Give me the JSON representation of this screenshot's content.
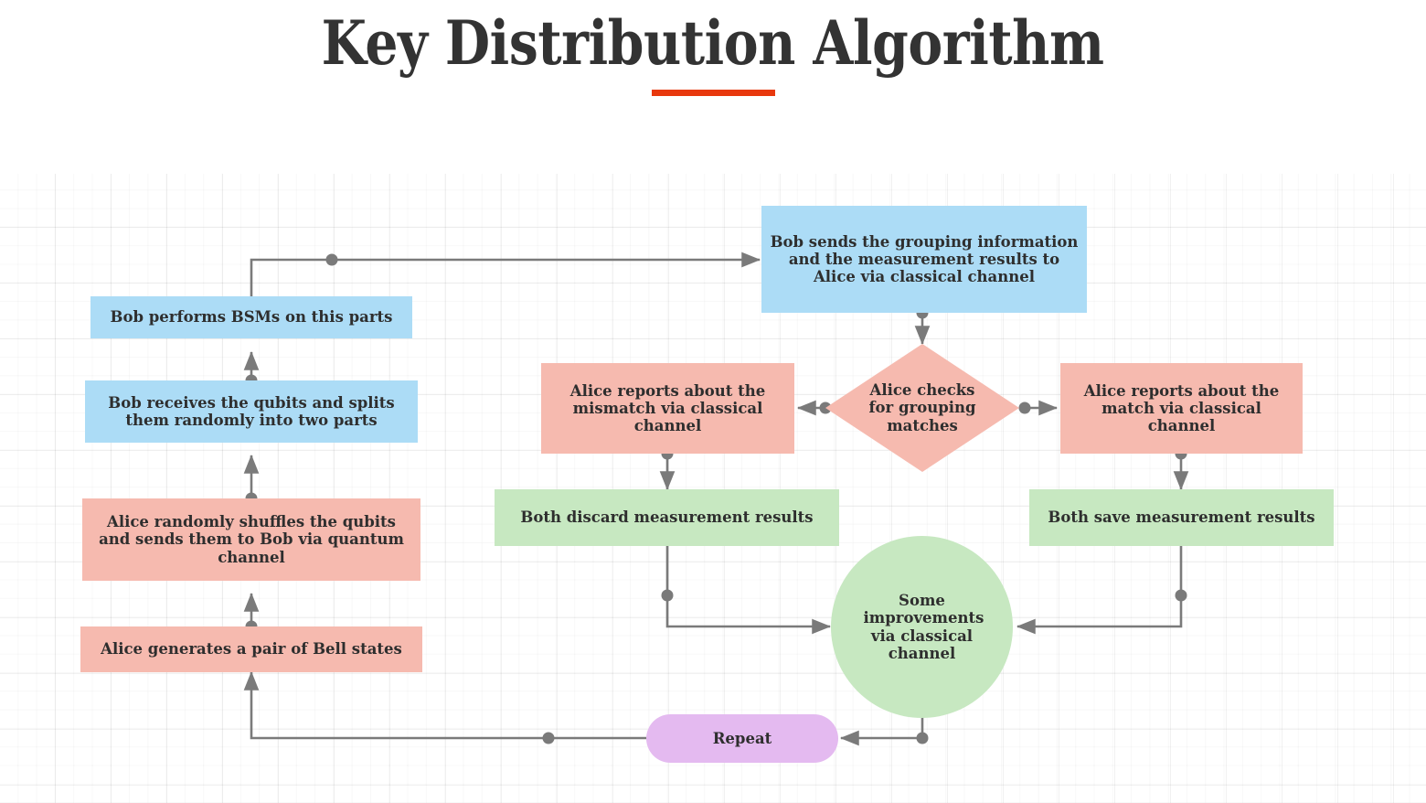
{
  "header": {
    "title": "Key Distribution Algorithm",
    "rule_color": "#E8380D",
    "title_color": "#333333"
  },
  "palette": {
    "blue": "#ACDCF6",
    "pink": "#F6BAAF",
    "green": "#C7E8C1",
    "purple": "#E4BAF0",
    "connector": "#7A7A7A",
    "text": "#2E2E2E",
    "grid": "#EDEDED",
    "background": "#FFFFFF"
  },
  "diagram": {
    "type": "flowchart",
    "nodes": [
      {
        "id": "bell",
        "label": "Alice generates a pair of Bell states",
        "shape": "rect",
        "color": "pink"
      },
      {
        "id": "shuffle",
        "label": "Alice randomly shuffles the qubits and sends them to Bob via quantum channel",
        "shape": "rect",
        "color": "pink"
      },
      {
        "id": "receives",
        "label": "Bob receives the qubits and splits them randomly into two parts",
        "shape": "rect",
        "color": "blue"
      },
      {
        "id": "bsm",
        "label": "Bob performs BSMs on this parts",
        "shape": "rect",
        "color": "blue"
      },
      {
        "id": "sends",
        "label": "Bob sends the grouping information and the measurement results to Alice via classical channel",
        "shape": "rect",
        "color": "blue"
      },
      {
        "id": "check",
        "label": "Alice checks for grouping matches",
        "shape": "diamond",
        "color": "pink"
      },
      {
        "id": "mismatch",
        "label": "Alice reports about the mismatch via classical channel",
        "shape": "rect",
        "color": "pink"
      },
      {
        "id": "match",
        "label": "Alice reports about the match via classical channel",
        "shape": "rect",
        "color": "pink"
      },
      {
        "id": "discard",
        "label": "Both discard measurement results",
        "shape": "rect",
        "color": "green"
      },
      {
        "id": "save",
        "label": "Both save measurement results",
        "shape": "rect",
        "color": "green"
      },
      {
        "id": "improvements",
        "label": "Some improvements via classical channel",
        "shape": "circle",
        "color": "green"
      },
      {
        "id": "repeat",
        "label": "Repeat",
        "shape": "pill",
        "color": "purple"
      }
    ],
    "edges": [
      {
        "from": "bell",
        "to": "shuffle"
      },
      {
        "from": "shuffle",
        "to": "receives"
      },
      {
        "from": "receives",
        "to": "bsm"
      },
      {
        "from": "bsm",
        "to": "sends"
      },
      {
        "from": "sends",
        "to": "check"
      },
      {
        "from": "check",
        "to": "mismatch"
      },
      {
        "from": "check",
        "to": "match"
      },
      {
        "from": "mismatch",
        "to": "discard"
      },
      {
        "from": "match",
        "to": "save"
      },
      {
        "from": "discard",
        "to": "improvements"
      },
      {
        "from": "save",
        "to": "improvements"
      },
      {
        "from": "improvements",
        "to": "repeat"
      },
      {
        "from": "repeat",
        "to": "bell"
      }
    ]
  }
}
